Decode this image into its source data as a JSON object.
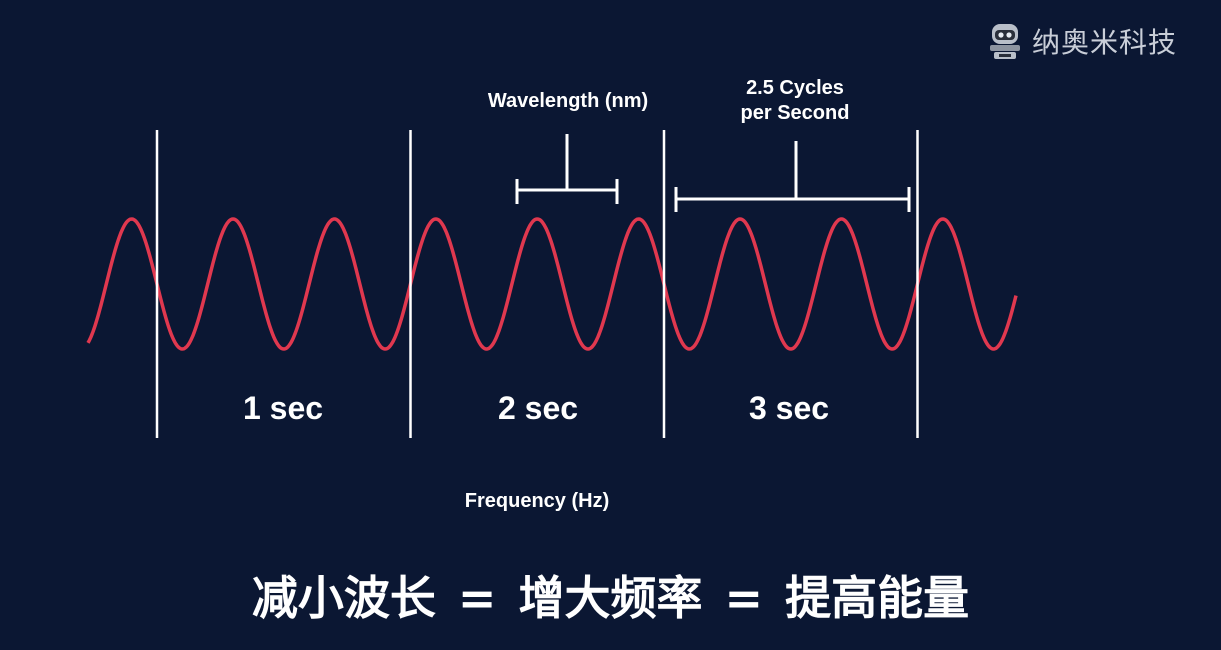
{
  "watermark": {
    "text": "纳奥米科技",
    "icon": "robot-mascot-icon"
  },
  "labels": {
    "wavelength": "Wavelength (nm)",
    "cycles": "2.5 Cycles\nper Second",
    "frequency": "Frequency (Hz)",
    "sec1": "1 sec",
    "sec2": "2 sec",
    "sec3": "3 sec"
  },
  "caption": "减小波长 = 增大频率 = 提高能量",
  "colors": {
    "background": "#0b1733",
    "wave": "#e0384f",
    "lines": "#ffffff",
    "text": "#ffffff"
  },
  "wave": {
    "cycles_per_second": 2.5,
    "seconds_shown": 3
  }
}
